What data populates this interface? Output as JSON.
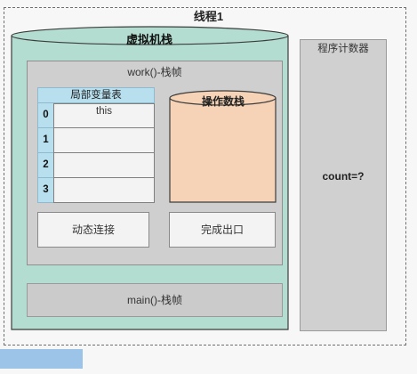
{
  "thread": {
    "title": "线程1"
  },
  "vm_stack": {
    "title": "虚拟机栈",
    "work_frame": {
      "title": "work()-栈帧",
      "local_variable_table": {
        "title": "局部变量表",
        "slots": [
          {
            "index": "0",
            "value": "this"
          },
          {
            "index": "1",
            "value": ""
          },
          {
            "index": "2",
            "value": ""
          },
          {
            "index": "3",
            "value": ""
          }
        ]
      },
      "operand_stack": {
        "title": "操作数栈"
      },
      "dynamic_linking": {
        "label": "动态连接"
      },
      "return_address": {
        "label": "完成出口"
      }
    },
    "main_frame": {
      "title": "main()-栈帧"
    }
  },
  "program_counter": {
    "title": "程序计数器",
    "value": "count=?"
  },
  "colors": {
    "vm_stack_fill": "#b3ddd0",
    "vm_stack_stroke": "#3d3d3d",
    "frame_fill": "#cfcfcf",
    "lvt_fill": "#b7dfee",
    "operand_stack_fill": "#f6d3b6",
    "pc_fill": "#d0d0d0",
    "accent_bar": "#9cc3e8"
  }
}
